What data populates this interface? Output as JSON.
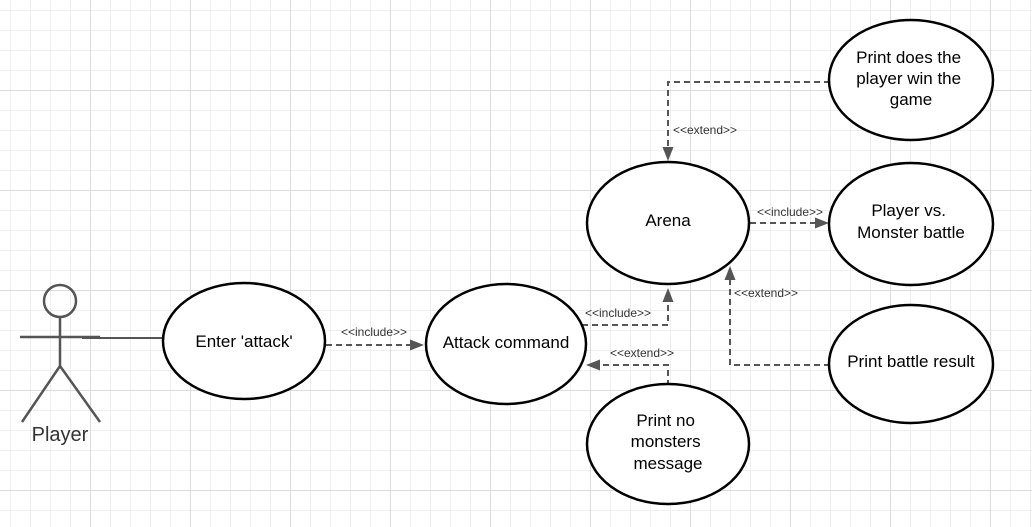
{
  "actor": {
    "label": "Player"
  },
  "use_cases": {
    "enter_attack": "Enter 'attack'",
    "attack_command": "Attack command",
    "arena": "Arena",
    "print_win": [
      "Print does the",
      "player win the",
      "game"
    ],
    "player_vs_monster": [
      "Player vs.",
      "Monster battle"
    ],
    "print_battle_result": "Print battle result",
    "print_no_monsters": [
      "Print no",
      "monsters",
      "message"
    ]
  },
  "relations": {
    "enter_to_attack": "<<include>>",
    "attack_to_arena": "<<include>>",
    "arena_to_battle": "<<include>>",
    "win_extends_arena": "<<extend>>",
    "result_extends_arena": "<<extend>>",
    "nomonsters_extends_attack": "<<extend>>"
  },
  "colors": {
    "outline": "#000000",
    "connector": "#555555",
    "grid_major": "#dcdcdc",
    "grid_minor": "#efefef"
  }
}
